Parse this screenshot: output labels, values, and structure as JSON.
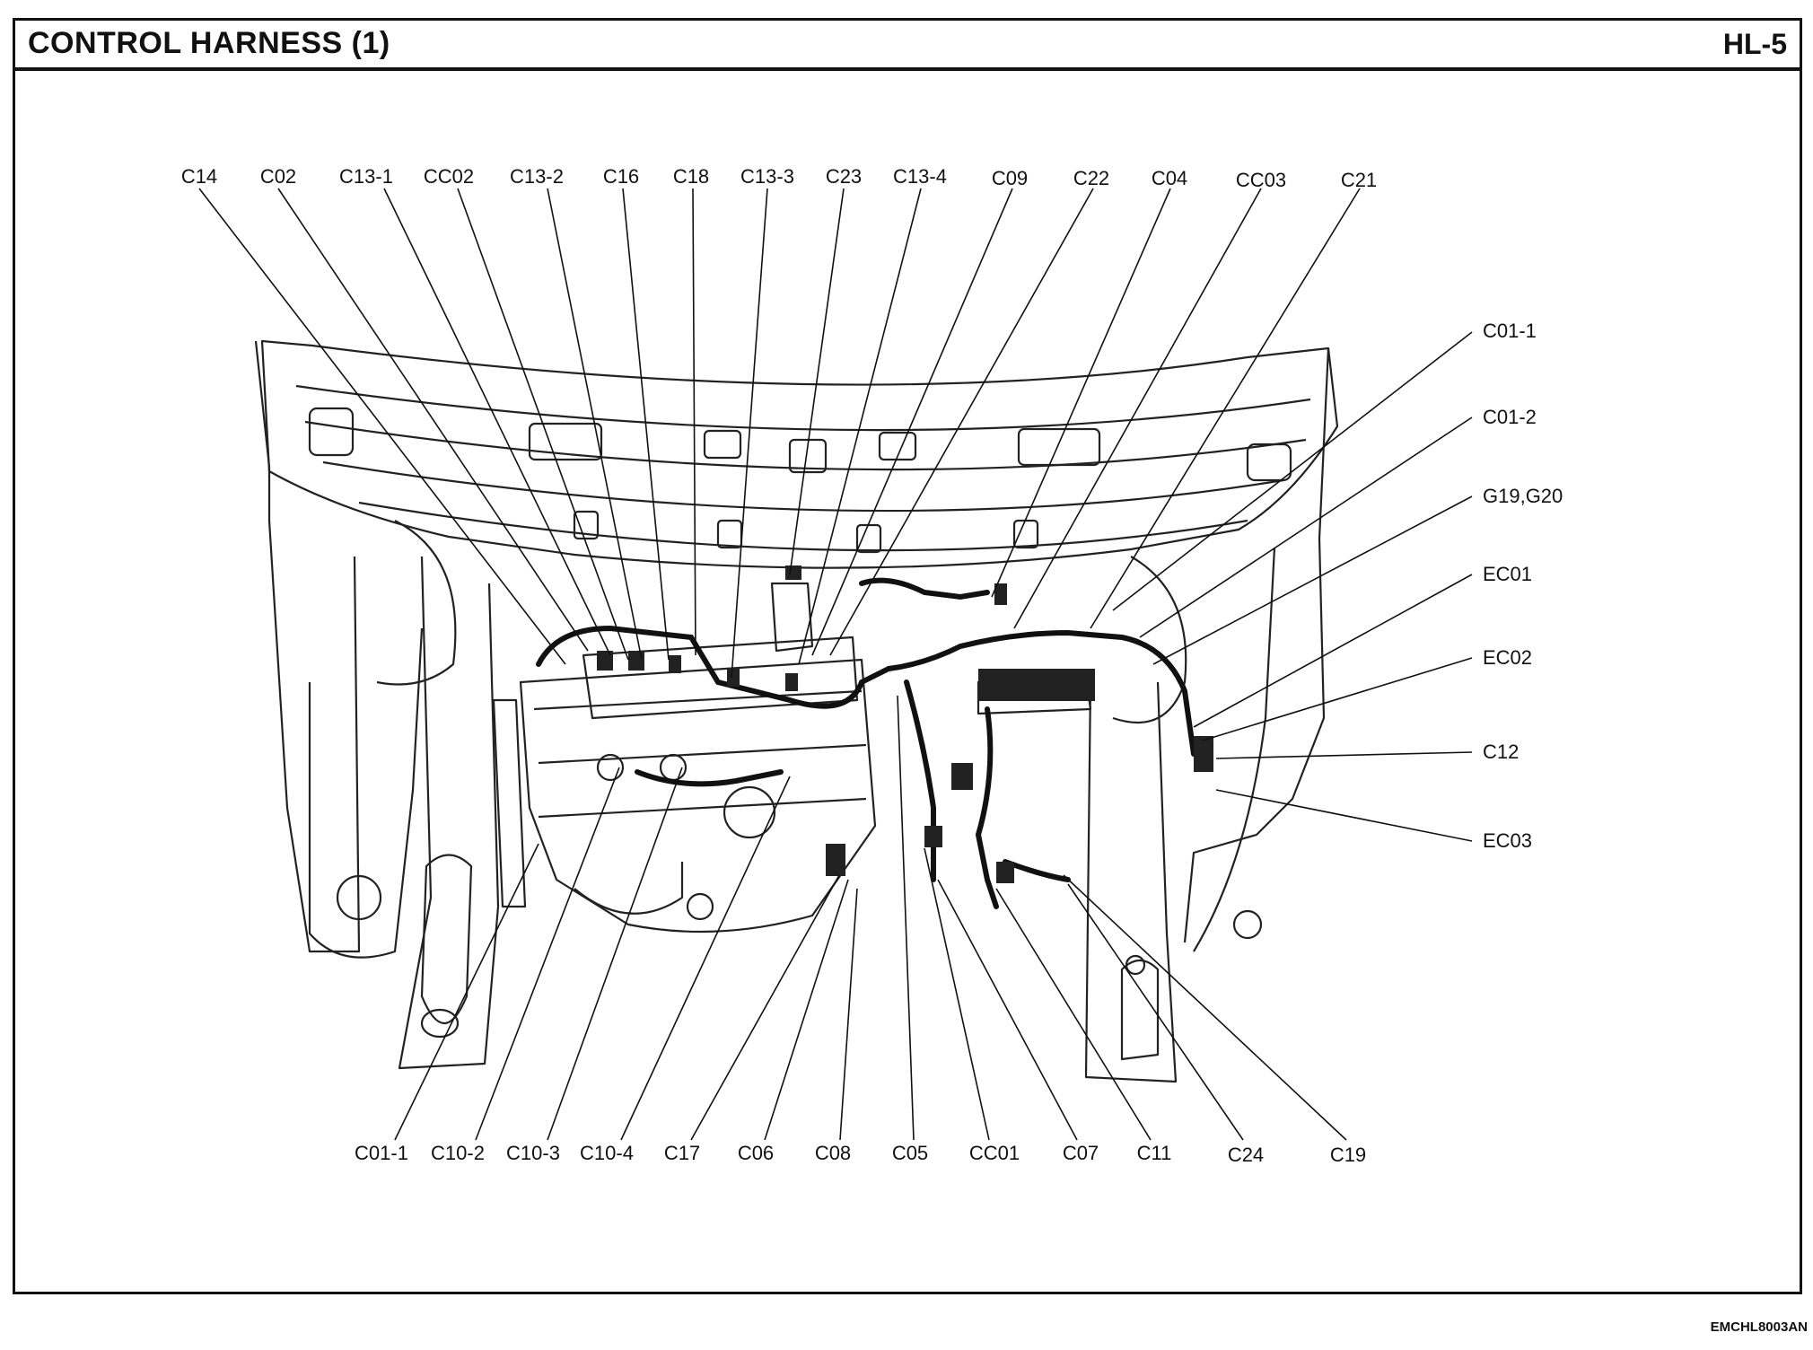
{
  "header": {
    "title": "CONTROL HARNESS (1)",
    "page_id": "HL-5"
  },
  "footer": {
    "code": "EMCHL8003AN"
  },
  "labels": {
    "top": [
      "C14",
      "C02",
      "C13-1",
      "CC02",
      "C13-2",
      "C16",
      "C18",
      "C13-3",
      "C23",
      "C13-4",
      "C09",
      "C22",
      "C04",
      "CC03",
      "C21"
    ],
    "right": [
      "C01-1",
      "C01-2",
      "G19,G20",
      "EC01",
      "EC02",
      "C12",
      "EC03"
    ],
    "bottom": [
      "C01-1",
      "C10-2",
      "C10-3",
      "C10-4",
      "C17",
      "C06",
      "C08",
      "C05",
      "CC01",
      "C07",
      "C11",
      "C24",
      "C19"
    ]
  }
}
